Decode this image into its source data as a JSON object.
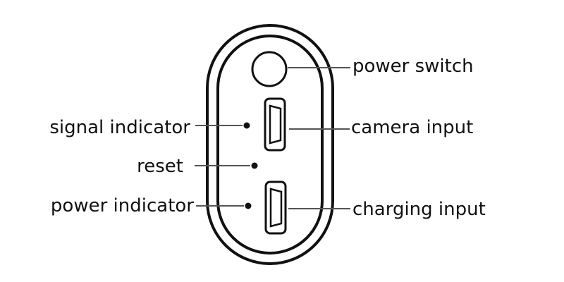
{
  "labels": {
    "power_switch": "power switch",
    "camera_input": "camera input",
    "charging_input": "charging input",
    "signal_indicator": "signal indicator",
    "reset": "reset",
    "power_indicator": "power indicator"
  },
  "colors": {
    "outline": "#111111",
    "leader_line": "#555555",
    "text": "#111111",
    "background": "#ffffff"
  }
}
